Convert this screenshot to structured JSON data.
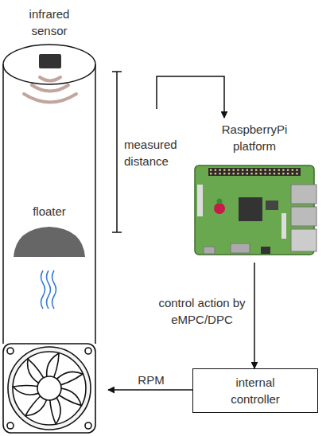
{
  "diagram": {
    "nodes": [
      {
        "text": [
          "infrared sensor"
        ]
      },
      {
        "text": [
          "floater"
        ]
      },
      {
        "text": [
          "RaspberryPi platform"
        ]
      },
      {
        "text": [
          "internal controller"
        ]
      }
    ],
    "edges": [
      {
        "from": 2,
        "to": 3,
        "label": "control action by eMPC/DPC",
        "arrow": "to"
      }
    ],
    "labels": [
      "measured distance",
      "RPM"
    ]
  }
}
